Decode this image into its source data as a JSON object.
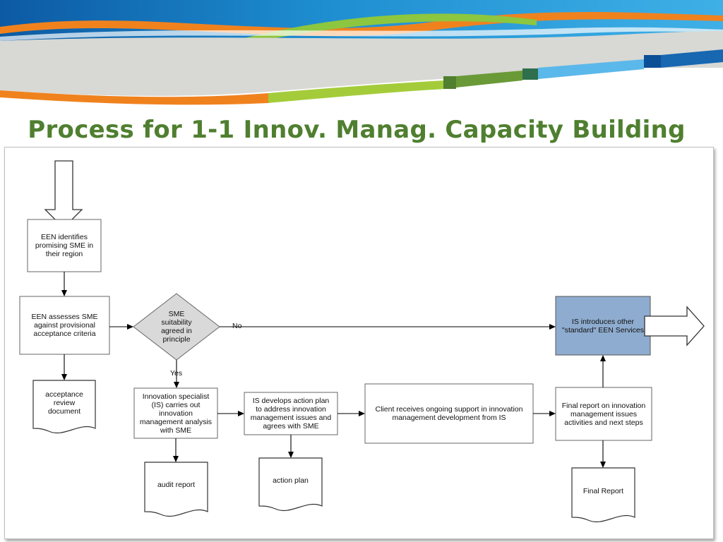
{
  "title": "Process for 1-1 Innov. Manag. Capacity Building",
  "colors": {
    "title": "#4f7f2f",
    "banner_blue": "#2ea3dc",
    "banner_dark_blue": "#0b4f96",
    "banner_orange": "#f0821e",
    "banner_green": "#8dc63f",
    "banner_grey": "#d8d8d4",
    "highlight_fill": "#8eaccf",
    "decision_fill": "#d9d9d9"
  },
  "nodes": {
    "een_identifies": "EEN identifies\npromising SME in\ntheir region",
    "een_assesses": "EEN assesses SME\nagainst provisional\nacceptance criteria",
    "decision": "SME\nsuitability\nagreed in\nprinciple",
    "acceptance_doc": "acceptance\nreview\ndocument",
    "is_carries_out": "Innovation specialist\n(IS) carries out\ninnovation\nmanagement analysis\nwith SME",
    "audit_report": "audit report",
    "is_action_plan": "IS develops action plan\nto address innovation\nmanagement issues and\nagrees with SME",
    "action_plan": "action plan",
    "client_support": "Client receives ongoing support in innovation\nmanagement development from IS",
    "final_report_box": "Final report on innovation\nmanagement issues\nactivities and next steps",
    "final_report_doc": "Final Report",
    "is_introduces": "IS introduces other\n\"standard\" EEN Services"
  },
  "edges": {
    "no_label": "No",
    "yes_label": "Yes"
  }
}
